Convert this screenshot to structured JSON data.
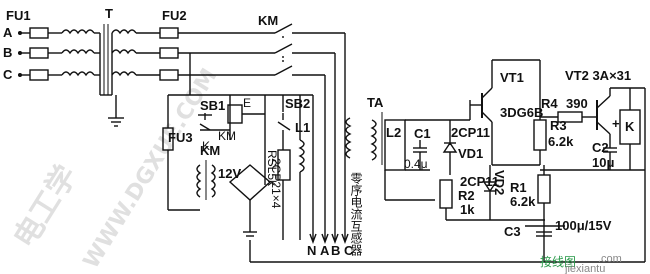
{
  "labels": {
    "fu1": "FU1",
    "fu2": "FU2",
    "t": "T",
    "km_top": "KM",
    "phase_a": "A",
    "phase_b": "B",
    "phase_c": "C",
    "sb1": "SB1",
    "sb2": "SB2",
    "km_sb1": "KM",
    "fu3": "FU3",
    "km_fu3": "KM",
    "k": "K",
    "e": "E",
    "l1": "L1",
    "rsl": "RSL5k",
    "v12": "12V",
    "bridge": "2CP21×4",
    "ta": "TA",
    "l2": "L2",
    "c1": "C1",
    "c1v": "0.4μ",
    "cp11_vd1": "2CP11",
    "vd1": "VD1",
    "cp11_r2": "2CP11",
    "r2": "R2",
    "r2v": "1k",
    "vd2": "VD2",
    "vt1": "VT1",
    "q1": "3DG6B",
    "r1": "R1",
    "r1v": "6.2k",
    "c3": "C3",
    "c3v": "100μ/15V",
    "r4": "R4",
    "r4v": "390",
    "r3": "R3",
    "r3v": "6.2k",
    "c2": "C2",
    "c2v": "10μ",
    "vt2": "VT2 3A×31",
    "k_relay": "K",
    "plus": "+",
    "n": "N",
    "a_out": "A",
    "b_out": "B",
    "c_out": "C",
    "ta_caption": "零序电流互感器"
  },
  "watermarks": {
    "wm_cn": "电工学",
    "wm_url": "WWW.DGXUE.COM",
    "wm_site": "接线图",
    "wm_com": ".com",
    "wm_site2": "jiexiantu"
  }
}
